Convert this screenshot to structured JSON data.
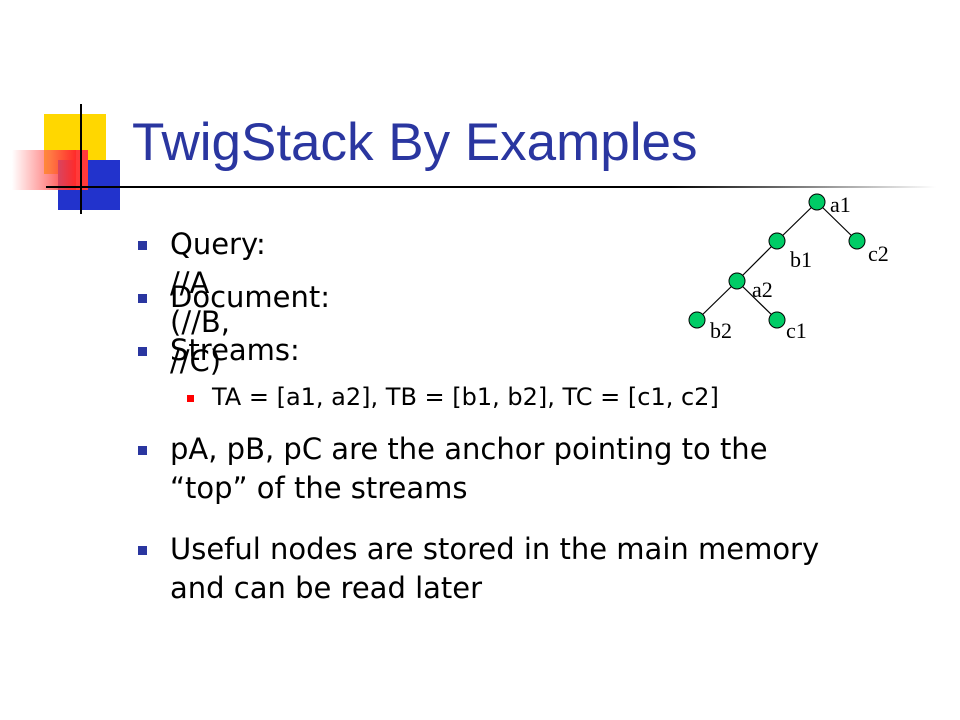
{
  "slide": {
    "title": "TwigStack By Examples",
    "bullets": [
      {
        "text": "Query: //A (//B, //C)"
      },
      {
        "text": "Document:"
      },
      {
        "text": "Streams:"
      },
      {
        "text": "TA = [a1, a2], TB = [b1, b2], TC = [c1, c2]"
      },
      {
        "line1": "pA, pB, pC are the anchor pointing to the",
        "line2": "“top” of the streams"
      },
      {
        "line1": "Useful nodes are stored in the main memory",
        "line2": "and can be read later"
      }
    ]
  },
  "tree": {
    "node_color": "#00cc66",
    "nodes": [
      {
        "label": "a1"
      },
      {
        "label": "b1"
      },
      {
        "label": "c2"
      },
      {
        "label": "a2"
      },
      {
        "label": "b2"
      },
      {
        "label": "c1"
      }
    ]
  },
  "colors": {
    "title": "#2a36a0",
    "bullet_level1": "#2a36a0",
    "bullet_level2": "#ff0000"
  }
}
